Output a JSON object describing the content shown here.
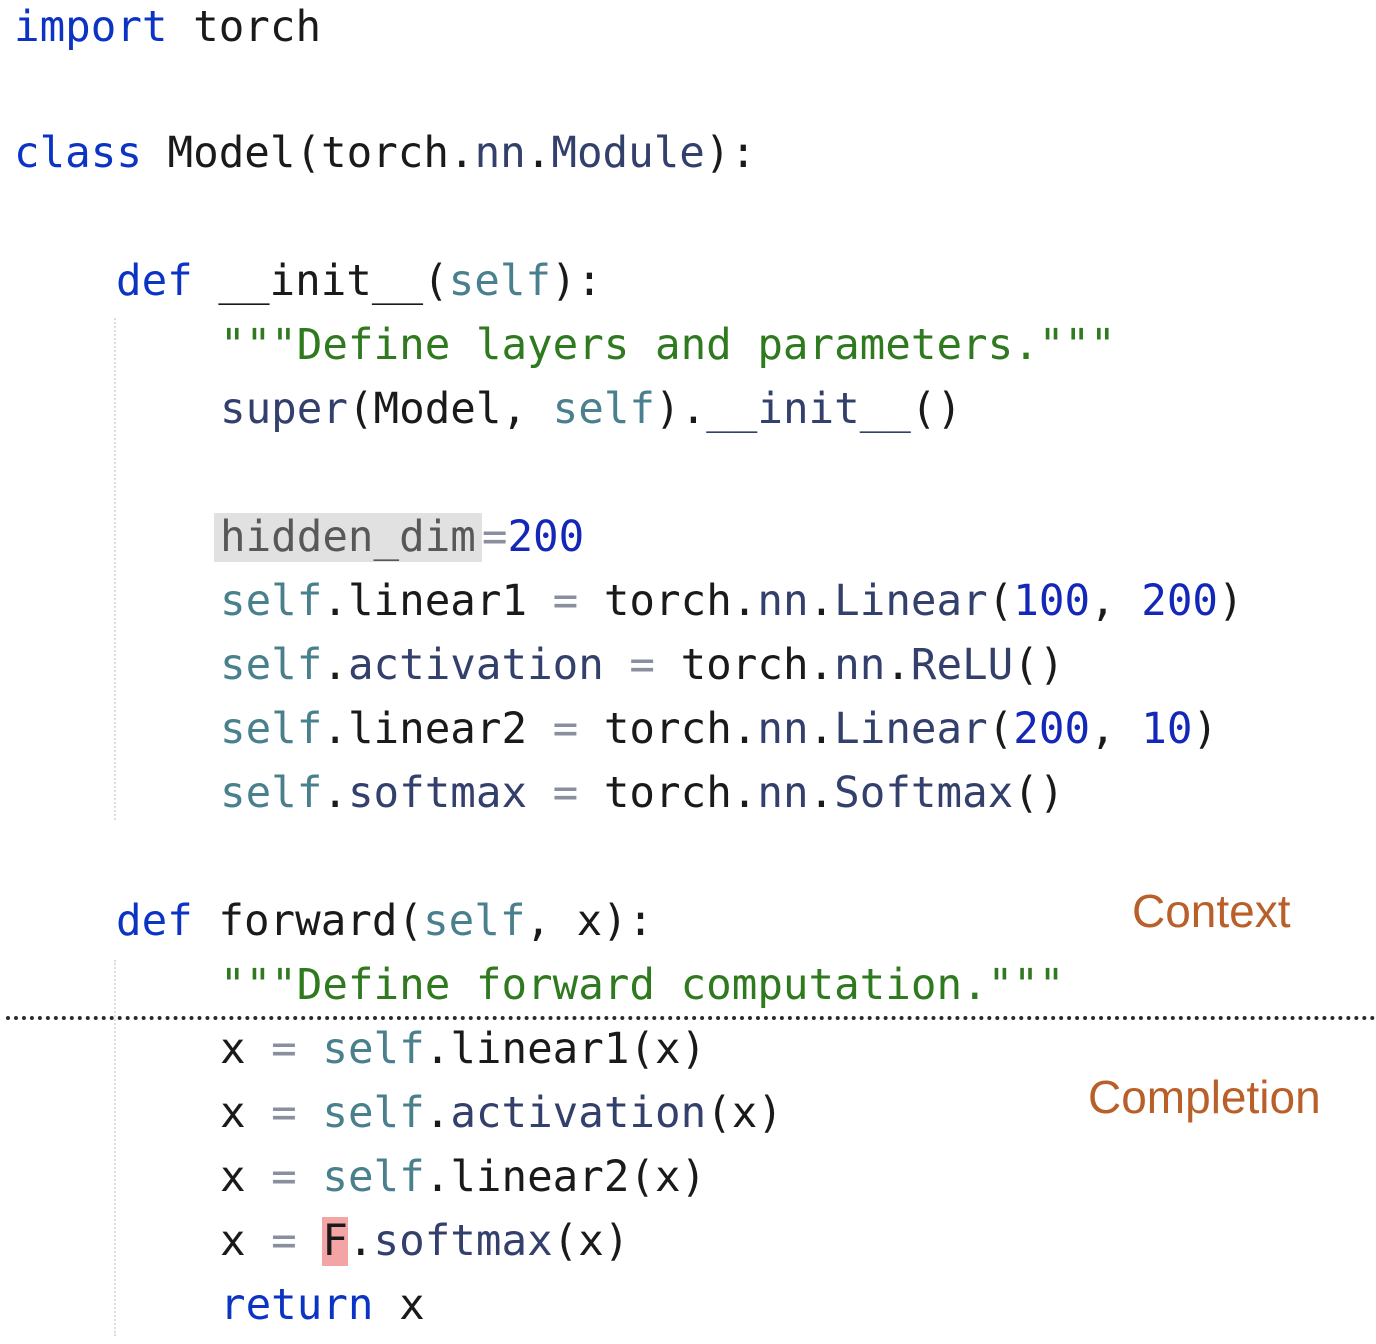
{
  "code": {
    "l1": {
      "kw": "import",
      "rest": " torch"
    },
    "l2": {
      "kw": "class",
      "name": " Model(torch.",
      "mod": "nn",
      "dot": ".",
      "cls": "Module",
      "end": "):"
    },
    "l3": {
      "kw": "def",
      "name": " __init__(",
      "self": "self",
      "end": "):"
    },
    "l4": {
      "str": "\"\"\"Define layers and parameters.\"\"\""
    },
    "l5": {
      "fn": "super",
      "a": "(Model, ",
      "self": "self",
      "b": ").",
      "c": "__init__",
      "d": "()"
    },
    "l6": {
      "var": "hidden_dim",
      "eq": "=",
      "num": "200"
    },
    "l7": {
      "self": "self",
      "dot": ".",
      "attr": "linear1",
      "eq": " = ",
      "mod_a": "torch.",
      "mod": "nn",
      "dot2": ".",
      "cls": "Linear",
      "p1": "(",
      "n1": "100",
      "comma": ", ",
      "n2": "200",
      "p2": ")"
    },
    "l8": {
      "self": "self",
      "dot": ".",
      "attr": "activation",
      "eq": " = ",
      "mod_a": "torch.",
      "mod": "nn",
      "dot2": ".",
      "cls": "ReLU",
      "p": "()"
    },
    "l9": {
      "self": "self",
      "dot": ".",
      "attr": "linear2",
      "eq": " = ",
      "mod_a": "torch.",
      "mod": "nn",
      "dot2": ".",
      "cls": "Linear",
      "p1": "(",
      "n1": "200",
      "comma": ", ",
      "n2": "10",
      "p2": ")"
    },
    "l10": {
      "self": "self",
      "dot": ".",
      "attr": "softmax",
      "eq": " = ",
      "mod_a": "torch.",
      "mod": "nn",
      "dot2": ".",
      "cls": "Softmax",
      "p": "()"
    },
    "l11": {
      "kw": "def",
      "name": " forward(",
      "self": "self",
      "end": ", x):"
    },
    "l12": {
      "str": "\"\"\"Define forward computation.\"\"\""
    },
    "l13": {
      "x": "x",
      "eq": " = ",
      "self": "self",
      "dot": ".",
      "call": "linear1(x)"
    },
    "l14": {
      "x": "x",
      "eq": " = ",
      "self": "self",
      "dot": ".",
      "attr": "activation",
      "call": "(x)"
    },
    "l15": {
      "x": "x",
      "eq": " = ",
      "self": "self",
      "dot": ".",
      "call": "linear2(x)"
    },
    "l16": {
      "x": "x",
      "eq": " = ",
      "f": "F",
      "dot": ".",
      "attr": "softmax",
      "call": "(x)"
    },
    "l17": {
      "kw": "return",
      "rest": " x"
    }
  },
  "labels": {
    "context": "Context",
    "completion": "Completion"
  },
  "colors": {
    "keyword": "#0b33c4",
    "self": "#4a7f8d",
    "string": "#2f7a1f",
    "number": "#1427b8",
    "label": "#b95f2a",
    "highlight_gray": "#e1e1e1",
    "highlight_red": "#f3a4a4"
  }
}
